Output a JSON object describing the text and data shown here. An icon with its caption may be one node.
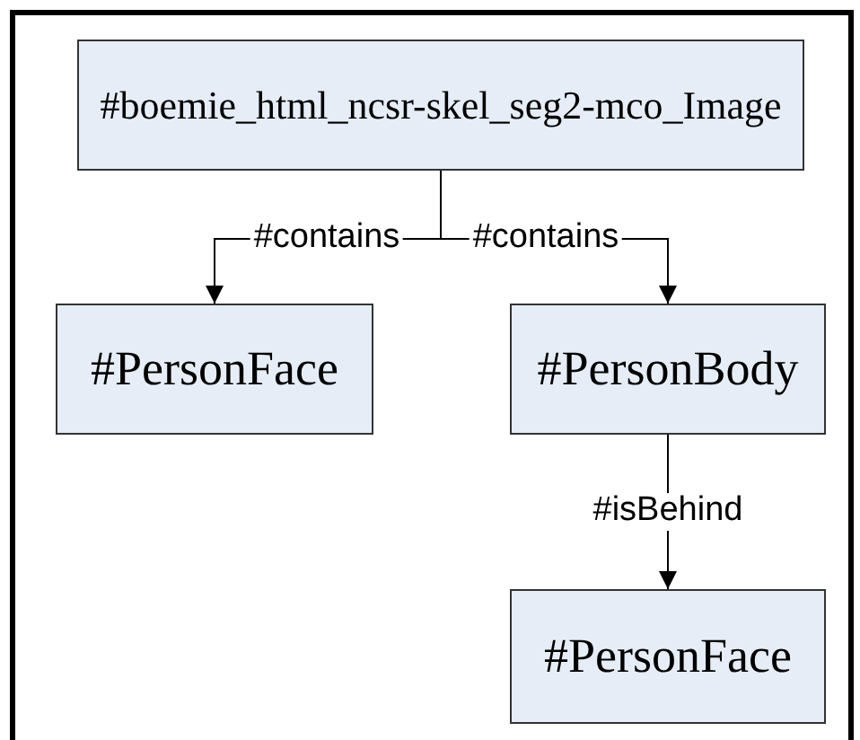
{
  "diagram": {
    "nodes": [
      {
        "text": [
          "#boemie_html_ncsr-skel_seg2-mco_Image"
        ]
      },
      {
        "text": [
          "#PersonFace"
        ]
      },
      {
        "text": [
          "#PersonBody"
        ]
      },
      {
        "text": [
          "#PersonFace"
        ]
      }
    ],
    "edges": [
      {
        "from": 0,
        "to": 1,
        "arrow": "to",
        "label": "#contains"
      },
      {
        "from": 0,
        "to": 2,
        "arrow": "to",
        "label": "#contains"
      },
      {
        "from": 2,
        "to": 3,
        "arrow": "to",
        "label": "#isBehind"
      }
    ]
  }
}
